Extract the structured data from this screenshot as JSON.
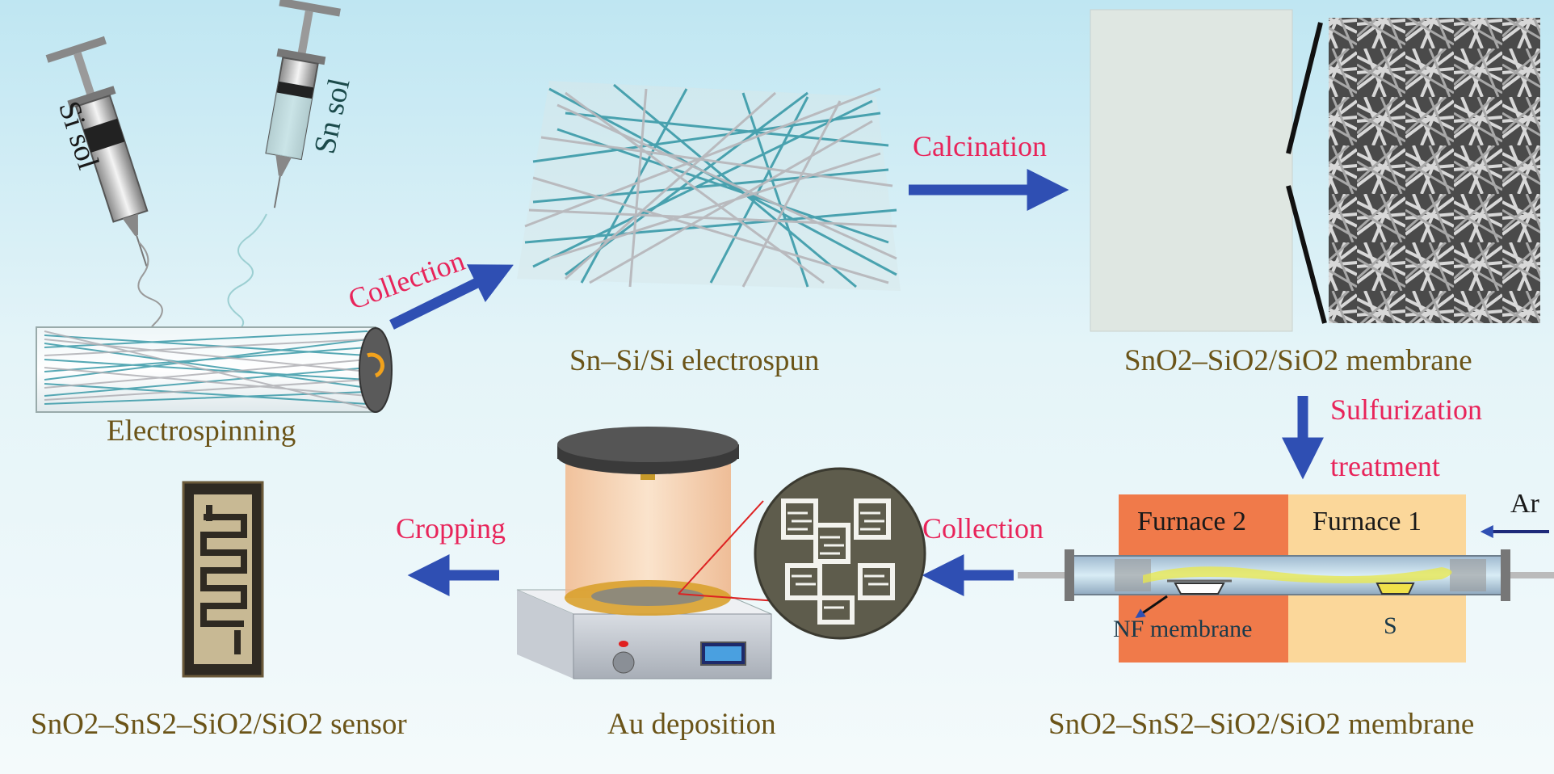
{
  "labels": {
    "si_sol": "Si sol",
    "sn_sol": "Sn sol",
    "electrospinning": "Electrospinning",
    "collection_1": "Collection",
    "electrospun": "Sn–Si/Si electrospun",
    "calcination": "Calcination",
    "membrane_1": "SnO2–SiO2/SiO2 membrane",
    "sulfurization_1": "Sulfurization",
    "sulfurization_2": "treatment",
    "furnace_2": "Furnace 2",
    "furnace_1": "Furnace 1",
    "ar": "Ar",
    "nf_membrane": "NF membrane",
    "s": "S",
    "membrane_2": "SnO2–SnS2–SiO2/SiO2 membrane",
    "collection_2": "Collection",
    "au_deposition": "Au deposition",
    "cropping": "Cropping",
    "sensor": "SnO2–SnS2–SiO2/SiO2 sensor"
  },
  "colors": {
    "arrow": "#2f4fb3",
    "step_text": "#e8245a",
    "label_text": "#6b5418",
    "fiber_teal": "#3a9aa8",
    "fiber_grey": "#b8b8bc",
    "furnace_hot": "#f07a4a",
    "furnace_warm": "#fbd79a"
  }
}
